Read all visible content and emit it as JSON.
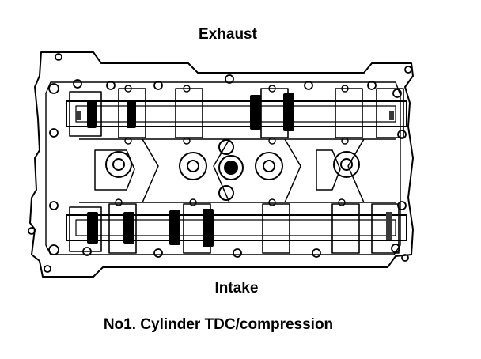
{
  "labels": {
    "top": "Exhaust",
    "bottom": "Intake",
    "caption": "No1. Cylinder TDC/compression"
  },
  "colors": {
    "ink": "#000000",
    "paper": "#ffffff",
    "shade": "#3a3a3a"
  }
}
